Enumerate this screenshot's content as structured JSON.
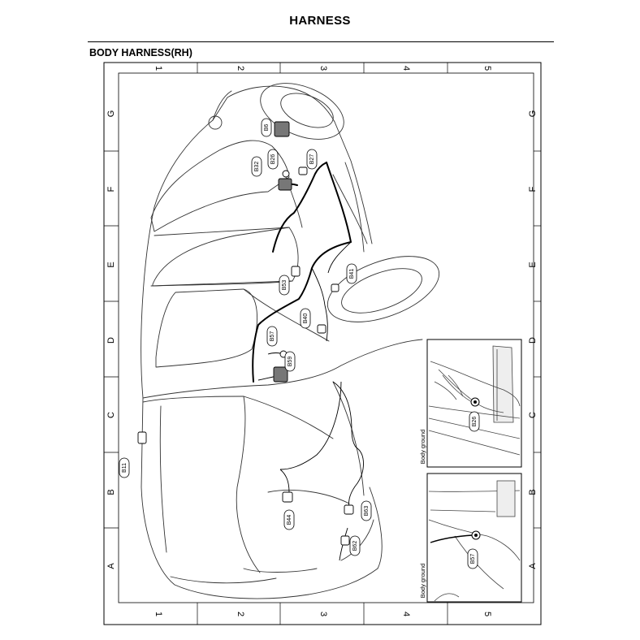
{
  "page": {
    "title": "HARNESS",
    "section": "BODY HARNESS(RH)"
  },
  "grid": {
    "columns": [
      "1",
      "2",
      "3",
      "4",
      "5"
    ],
    "rows": [
      "A",
      "B",
      "C",
      "D",
      "E",
      "F",
      "G"
    ]
  },
  "connectors": [
    "B6",
    "B26",
    "B27",
    "B32",
    "B41",
    "B53",
    "B40",
    "B57",
    "B59",
    "B11",
    "B44",
    "B63",
    "B62"
  ],
  "insets": [
    {
      "connector": "B26",
      "caption": "Body ground"
    },
    {
      "connector": "B57",
      "caption": "Body ground"
    }
  ]
}
